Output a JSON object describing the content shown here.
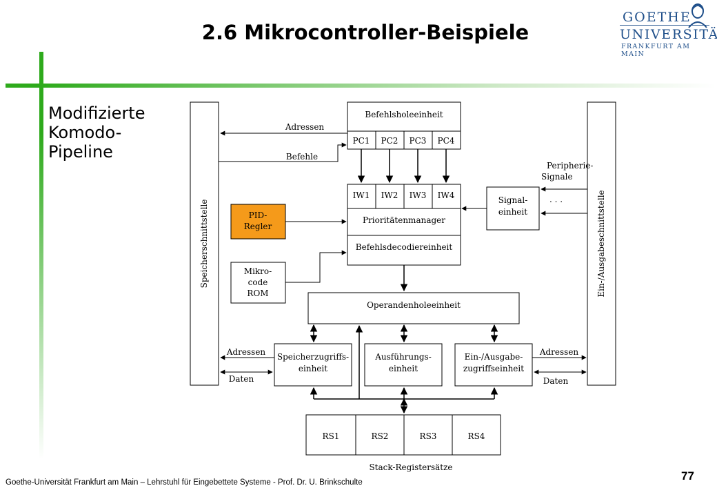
{
  "title": "2.6 Mikrocontroller-Beispiele",
  "subtitle": "Modifizierte\nKomodo-\nPipeline",
  "footer": "Goethe-Universität Frankfurt am Main – Lehrstuhl für Eingebettete Systeme - Prof. Dr. U. Brinkschulte",
  "page_number": "77",
  "logo": {
    "line1": "GOETHE",
    "line2": "UNIVERSITÄT",
    "line3": "FRANKFURT AM MAIN",
    "color": "#1f4f8a"
  },
  "colors": {
    "accent_green": "#2eaa1c",
    "pid_fill": "#f59a1a"
  },
  "diagram": {
    "speicherschnittstelle": "Speicherschnittstelle",
    "ea_schnittstelle": "Ein-/Ausgabeschnittstelle",
    "befehlsholeeinheit": "Befehlsholeeinheit",
    "pcs": [
      "PC1",
      "PC2",
      "PC3",
      "PC4"
    ],
    "iws": [
      "IW1",
      "IW2",
      "IW3",
      "IW4"
    ],
    "prioritaetenmanager": "Prioritätenmanager",
    "befehlsdecodiereinheit": "Befehlsdecodiereinheit",
    "pid": [
      "PID-",
      "Regler"
    ],
    "mikrocode": [
      "Mikro-",
      "code",
      "ROM"
    ],
    "signaleinheit": [
      "Signal-",
      "einheit"
    ],
    "peripherie": [
      "Peripherie-",
      "Signale"
    ],
    "dots": ". . .",
    "operandenholeeinheit": "Operandenholeeinheit",
    "speicherzugriff": [
      "Speicherzugriffs-",
      "einheit"
    ],
    "ausfuehrung": [
      "Ausführungs-",
      "einheit"
    ],
    "ea_zugriff": [
      "Ein-/Ausgabe-",
      "zugriffseinheit"
    ],
    "adressen": "Adressen",
    "befehle": "Befehle",
    "daten": "Daten",
    "rs": [
      "RS1",
      "RS2",
      "RS3",
      "RS4"
    ],
    "stack": "Stack-Registersätze"
  }
}
